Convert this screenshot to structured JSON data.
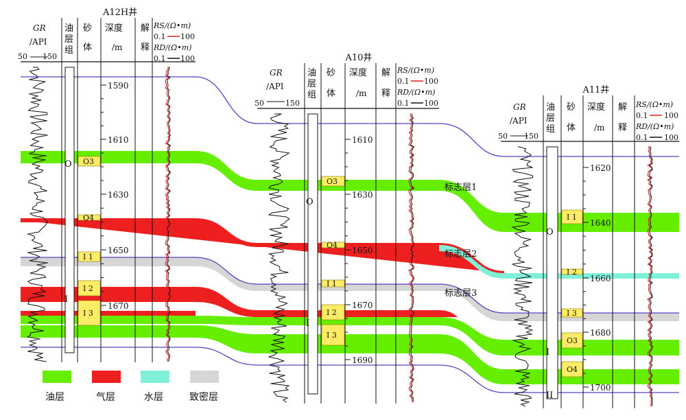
{
  "colors": {
    "oil": "#66ee00",
    "gas": "#ee1f1f",
    "water": "#80f0d8",
    "tight": "#d6d6d6",
    "marker": "#5b3fc4",
    "rs": "#d62020",
    "rd": "#111111",
    "sand": "#ffec66"
  },
  "header": {
    "gr": "GR",
    "api": "/API",
    "oilgroup": "油层组",
    "sand": "砂体",
    "depth_top": "深度",
    "depth_bottom": "/m",
    "interp": "解释",
    "rs": "RS/(Ω•m)",
    "rd": "RD/(Ω•m)",
    "log_min": "0.1",
    "log_max": "100",
    "gr_min": "50",
    "gr_max": "150"
  },
  "wells": [
    {
      "name": "A12H井",
      "depth_ticks": [
        "1590",
        "1610",
        "1630",
        "1650",
        "1670"
      ],
      "groups": [
        "O",
        "I"
      ],
      "sands": [
        "O3",
        "O4",
        "I 1",
        "I 2",
        "I 3"
      ]
    },
    {
      "name": "A10井",
      "depth_ticks": [
        "1610",
        "1630",
        "1650",
        "1670",
        "1690"
      ],
      "groups": [
        "O",
        "I"
      ],
      "sands": [
        "O3",
        "O4",
        "I 1",
        "I 2",
        "I 3"
      ]
    },
    {
      "name": "A11井",
      "depth_ticks": [
        "1620",
        "1640",
        "1660",
        "1680",
        "1700"
      ],
      "groups": [
        "O",
        "I",
        "II"
      ],
      "sands": [
        "I 1",
        "I 2",
        "I 3",
        "O3",
        "O4"
      ]
    }
  ],
  "markers": [
    "标志层1",
    "标志层2",
    "标志层3"
  ],
  "legend": [
    {
      "label": "油层",
      "color": "#66ee00"
    },
    {
      "label": "气层",
      "color": "#ee1f1f"
    },
    {
      "label": "水层",
      "color": "#80f0d8"
    },
    {
      "label": "致密层",
      "color": "#d6d6d6"
    }
  ]
}
